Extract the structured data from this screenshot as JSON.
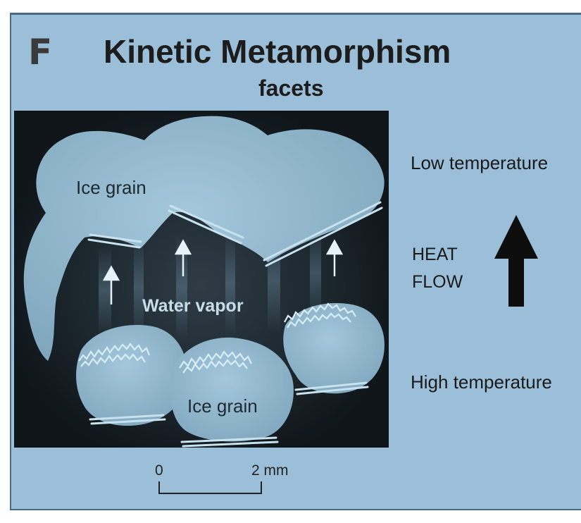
{
  "panel": {
    "letter": "F",
    "title": "Kinetic Metamorphism",
    "subtitle": "facets"
  },
  "micrograph": {
    "ice_grain_top": "Ice grain",
    "water_vapor": "Water vapor",
    "ice_grain_bottom": "Ice grain"
  },
  "legend": {
    "low_temperature": "Low temperature",
    "heat_line1": "HEAT",
    "heat_line2": "FLOW",
    "high_temperature": "High temperature"
  },
  "scale": {
    "start": "0",
    "end": "2 mm"
  },
  "colors": {
    "panel_bg": "#9bbfd9",
    "border": "#4a6b83",
    "grain": "#8fb6cc",
    "vapor_dark": "#1b262c",
    "text_dark": "#1c1c1c"
  }
}
